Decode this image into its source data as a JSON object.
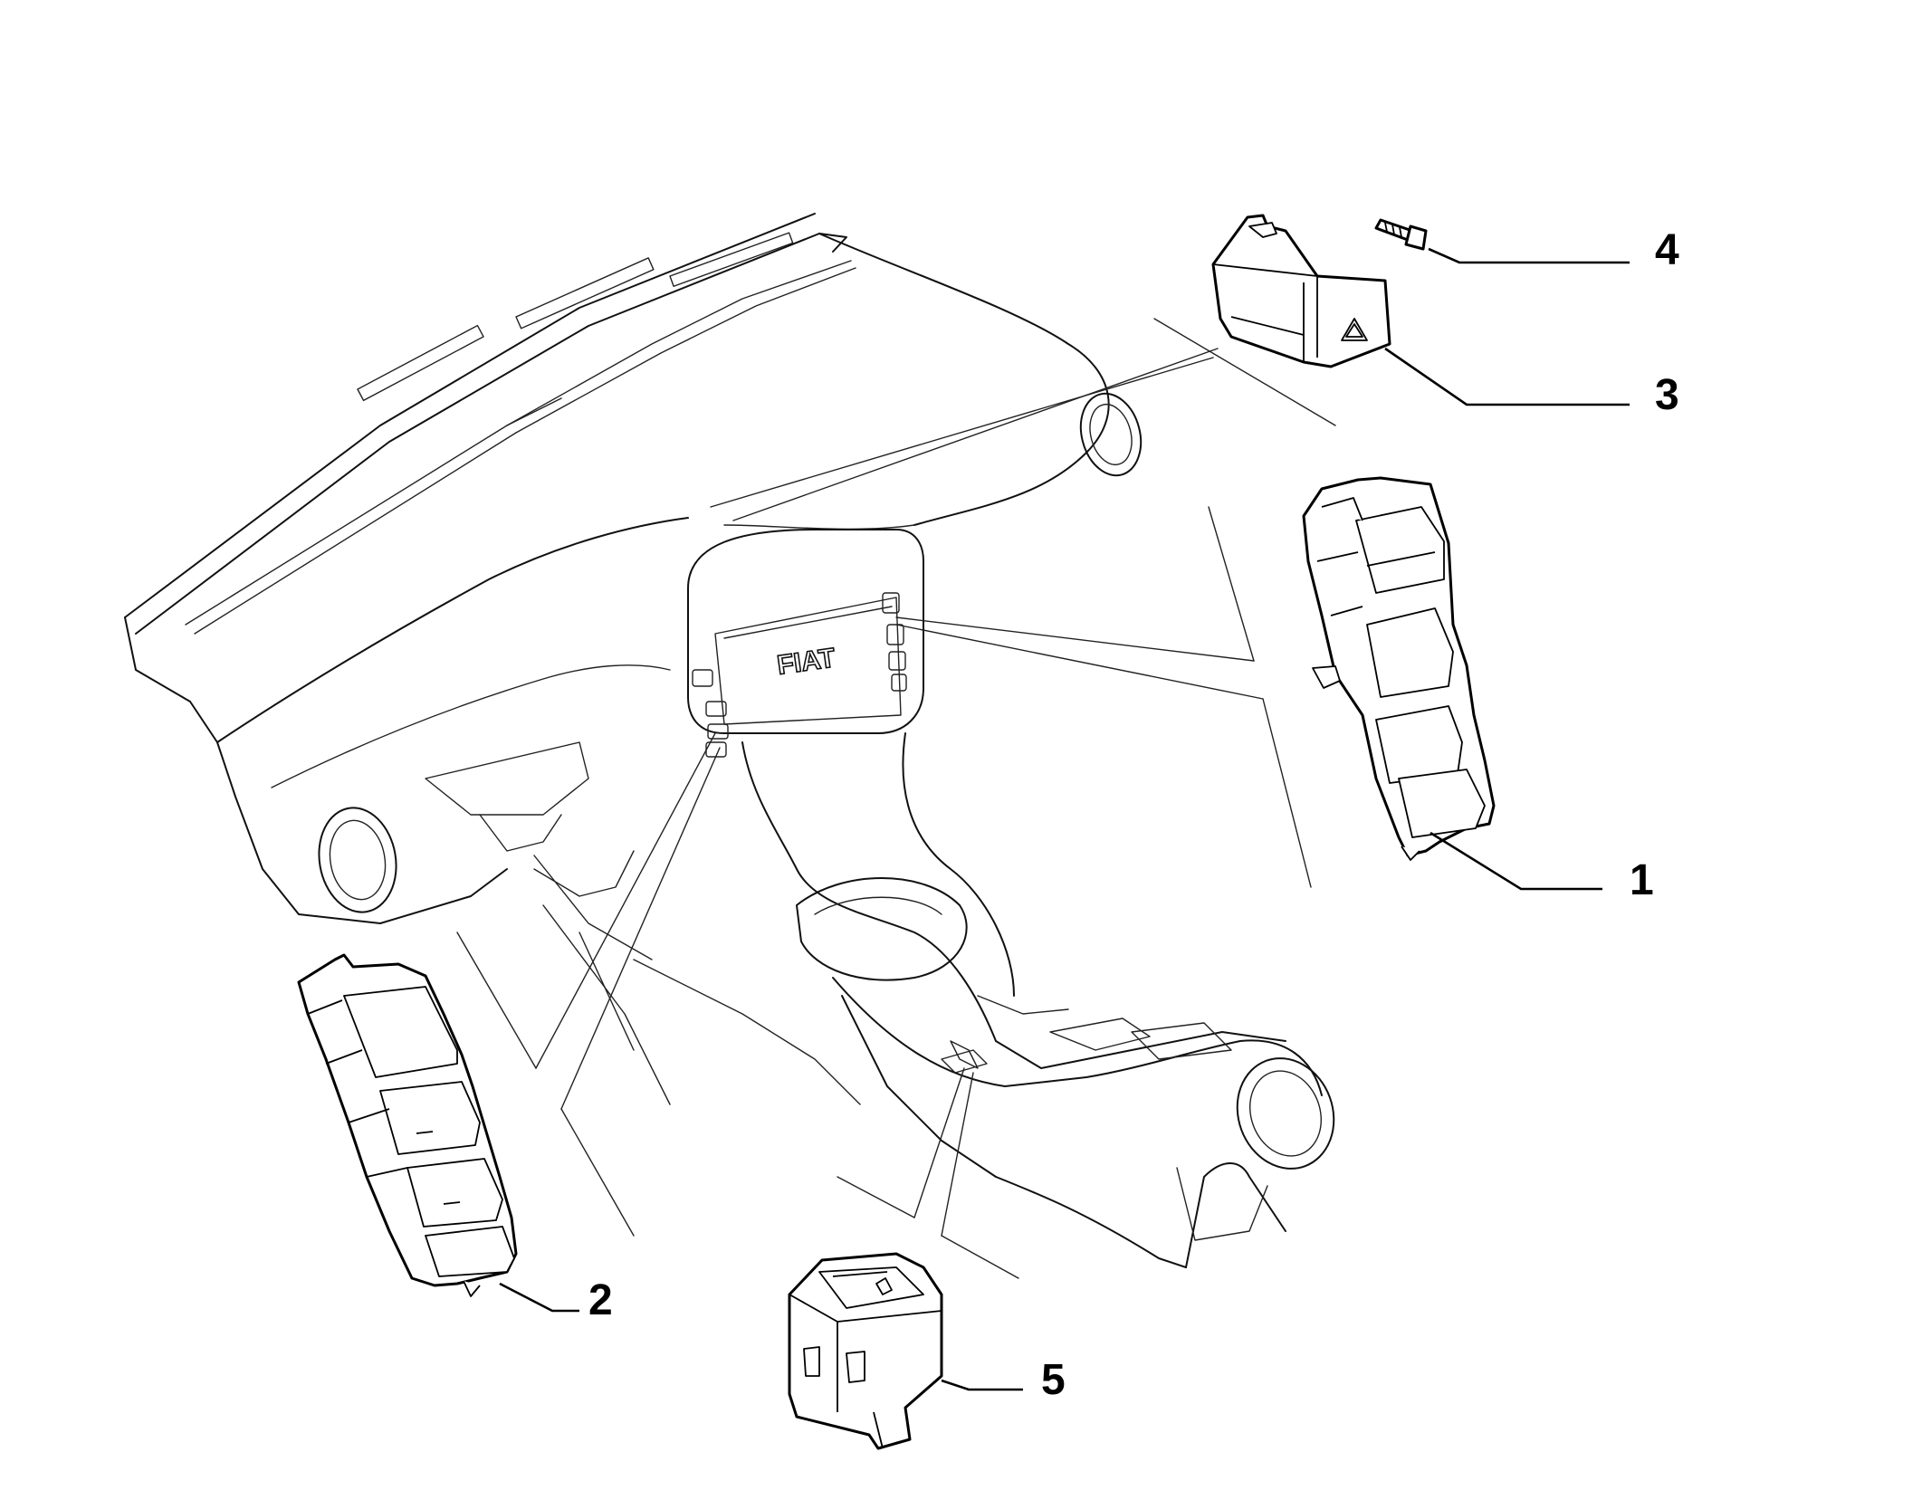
{
  "dashboard": {
    "logo_text": "FIAT"
  },
  "parts": [
    {
      "number": "1",
      "name": "window-switch-panel-right"
    },
    {
      "number": "2",
      "name": "window-switch-panel-left"
    },
    {
      "number": "3",
      "name": "hazard-switch"
    },
    {
      "number": "4",
      "name": "screw"
    },
    {
      "number": "5",
      "name": "console-switch"
    }
  ],
  "colors": {
    "line": "#000000",
    "background": "#ffffff"
  }
}
